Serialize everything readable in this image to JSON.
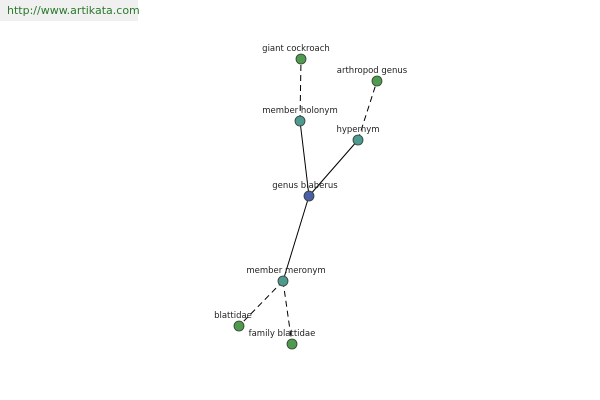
{
  "watermark": "http://www.artikata.com",
  "colors": {
    "center_node": "#4a5fa8",
    "relation_node": "#4e9a90",
    "leaf_node": "#4f9a4f",
    "watermark_text": "#2b7a2b",
    "watermark_bg": "#f0f0f0"
  },
  "nodes": {
    "center": "genus blaberus",
    "member_holonym": "member holonym",
    "hypernym": "hypernym",
    "member_meronym": "member meronym",
    "giant_cockroach": "giant cockroach",
    "arthropod_genus": "arthropod genus",
    "blattidae": "blattidae",
    "family_blattidae": "family blattidae"
  }
}
